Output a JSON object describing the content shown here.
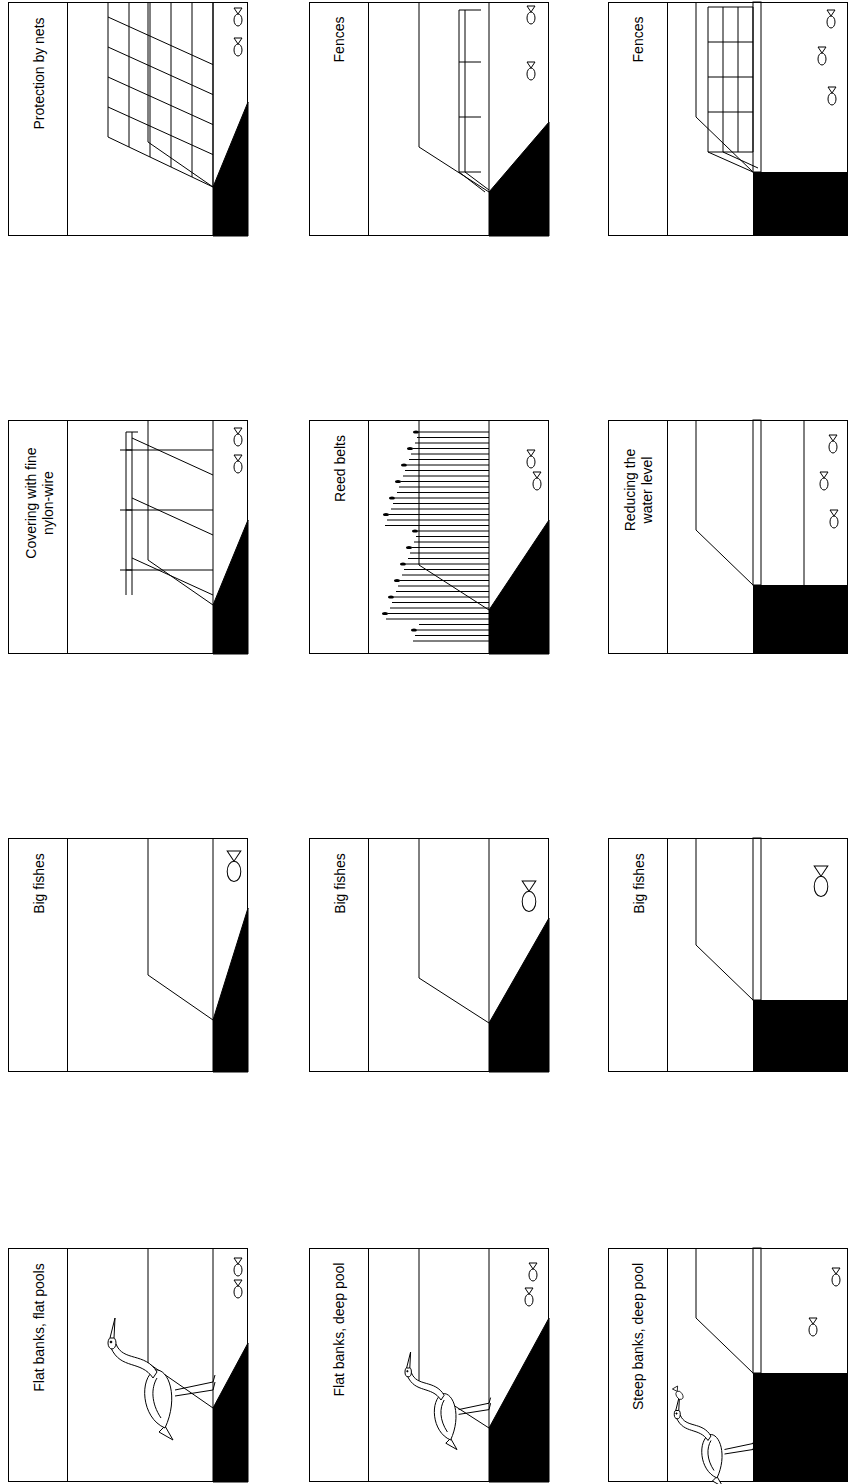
{
  "diagram": {
    "nodes": [
      {
        "text": [
          "Flat banks, flat pools"
        ]
      },
      {
        "text": [
          "Big fishes"
        ]
      },
      {
        "text": [
          "Covering with fine nylon-wire"
        ]
      },
      {
        "text": [
          "Protection by nets"
        ]
      },
      {
        "text": [
          "Flat banks, deep pool"
        ]
      },
      {
        "text": [
          "Big fishes"
        ]
      },
      {
        "text": [
          "Reed belts"
        ]
      },
      {
        "text": [
          "Fences"
        ]
      },
      {
        "text": [
          "Steep banks, deep pool"
        ]
      },
      {
        "text": [
          "Big fishes"
        ]
      },
      {
        "text": [
          "Reducing the water level"
        ]
      },
      {
        "text": [
          "Fences"
        ]
      }
    ]
  }
}
